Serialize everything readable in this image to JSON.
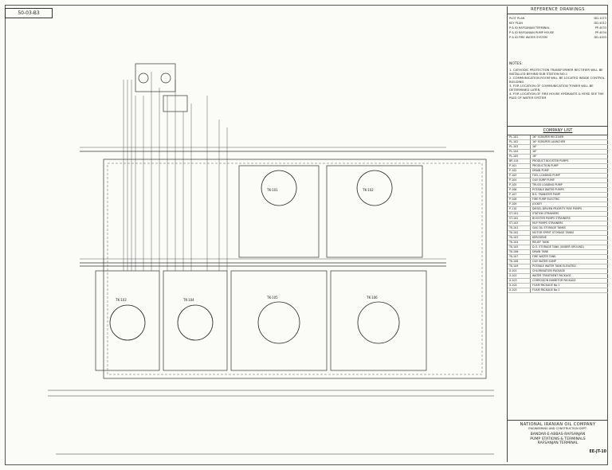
{
  "sheet_tag": "50-03-B3",
  "reference_drawings": {
    "title": "REFERENCE DRAWINGS",
    "rows": [
      {
        "name": "PLOT PLAN",
        "no": "DD-1073"
      },
      {
        "name": "KEY PLAN",
        "no": "DD-4012"
      },
      {
        "name": "P & ID RAFSANJAN TERMINAL",
        "no": "PP-4033"
      },
      {
        "name": "P & ID RAFSANJAN PUMP HOUSE",
        "no": "PP-4034"
      },
      {
        "name": "P & ID FIRE WATER SYSTEM",
        "no": "DD-4003"
      }
    ]
  },
  "notes": {
    "heading": "NOTES:",
    "items": [
      "1. CATHODIC PROTECTION TRANSFORMER RECTIFIER WILL BE INSTALLED BEHIND SUB STATION NO.1",
      "2. COMMUNICATION ROOM WILL BE LOCATED INSIDE CONTROL BUILDING",
      "3. FOR LOCATION OF COMMUNICATION TOWER WILL BE DETERMINED LATER.",
      "4. FOR LOCATION OF FIRE HOUSE HYDRANTS & HOSE SEE THE P&ID OF WATER SYSTEM"
    ]
  },
  "company_list": {
    "title": "COMPANY LIST",
    "rows": [
      {
        "tag": "PL-101",
        "desc": "16\" SCRAPER RECEIVER"
      },
      {
        "tag": "PL-102",
        "desc": "16\" SCRAPER LAUNCHER"
      },
      {
        "tag": "PL-103",
        "desc": "16\""
      },
      {
        "tag": "PL-104",
        "desc": "16\""
      },
      {
        "tag": "PL-105",
        "desc": "16\""
      },
      {
        "tag": "BP-101",
        "desc": "PRODUCT BOOSTER PUMPS"
      },
      {
        "tag": "P-101",
        "desc": "PRODUCTION PUMP"
      },
      {
        "tag": "P-102",
        "desc": "DRAIN PUMP"
      },
      {
        "tag": "P-103",
        "desc": "FUEL LOADING PUMP"
      },
      {
        "tag": "P-104",
        "desc": "OILY SUMP PUMP"
      },
      {
        "tag": "P-105",
        "desc": "TRUCK LOADING PUMP"
      },
      {
        "tag": "P-106",
        "desc": "POTABLE WATER PUMPS"
      },
      {
        "tag": "P-107",
        "desc": "B.S. TRANSFER PUMP"
      },
      {
        "tag": "P-108",
        "desc": "FIRE PUMP ELECTRIC"
      },
      {
        "tag": "P-109",
        "desc": "JOCKEY"
      },
      {
        "tag": "P-110",
        "desc": "DIESEL DRIVEN PRIORITY FIRE PUMPS"
      },
      {
        "tag": "ST-101",
        "desc": "STATION STRAINERS"
      },
      {
        "tag": "ST-102",
        "desc": "BOOSTER PUMPS STRAINERS"
      },
      {
        "tag": "ST-103",
        "desc": "MLP PUMPS STRAINERS"
      },
      {
        "tag": "TK-101",
        "desc": "GAS OIL STORAGE TANKS"
      },
      {
        "tag": "TK-102",
        "desc": "MOTOR SPIRIT STORAGE TANKS"
      },
      {
        "tag": "TK-103",
        "desc": "KEROSENE"
      },
      {
        "tag": "TK-104",
        "desc": "RELIEF TANK"
      },
      {
        "tag": "TK-105",
        "desc": "D.O. STORAGE TANK (UNDER GROUND)"
      },
      {
        "tag": "TK-106",
        "desc": "DRAIN TANK"
      },
      {
        "tag": "TK-107",
        "desc": "FIRE WATER TANK"
      },
      {
        "tag": "TK-108",
        "desc": "OILY WATER SUMP"
      },
      {
        "tag": "TK-109",
        "desc": "POTABLE WATER TANK ELEVATED"
      },
      {
        "tag": "X-101",
        "desc": "CHLORINATION PACKAGE"
      },
      {
        "tag": "X-102",
        "desc": "WATER TREATMENT PACKAGE"
      },
      {
        "tag": "X-103",
        "desc": "CORROSION INHIBITOR PACKAGE"
      },
      {
        "tag": "X-104",
        "desc": "FOAM PACKAGE No.1"
      },
      {
        "tag": "X-105",
        "desc": "FOAM PACKAGE No.2"
      }
    ]
  },
  "title_block": {
    "company": "NATIONAL IRANIAN OIL COMPANY",
    "subtitle": "ENGINEERING AND CONSTRUCTION DEPT.",
    "project_lines": [
      "BANDAR-E-ABBAS-RAFSANJAN",
      "PUMP STATIONS & TERMINALS",
      "RAFSANJAN TERMINAL"
    ],
    "drawing_no": "EE-JT-10"
  },
  "tank_labels": [
    "TK-101",
    "TK-102",
    "TK-103",
    "TK-104",
    "TK-105",
    "TK-106"
  ]
}
